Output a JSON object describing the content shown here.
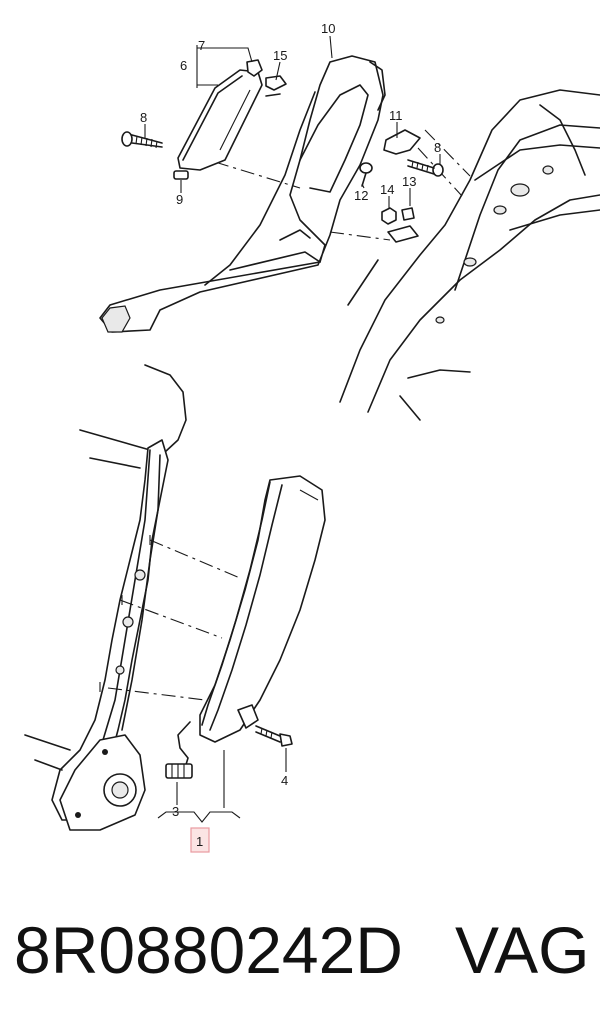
{
  "diagram": {
    "callouts": {
      "c1": "1",
      "c3": "3",
      "c4": "4",
      "c6": "6",
      "c7": "7",
      "c8a": "8",
      "c8b": "8",
      "c9": "9",
      "c10": "10",
      "c11": "11",
      "c12": "12",
      "c13": "13",
      "c14": "14",
      "c15": "15"
    },
    "highlight_color": "#fbe4e4"
  },
  "footer": {
    "part_number": "8R0880242D",
    "brand": "VAG"
  }
}
